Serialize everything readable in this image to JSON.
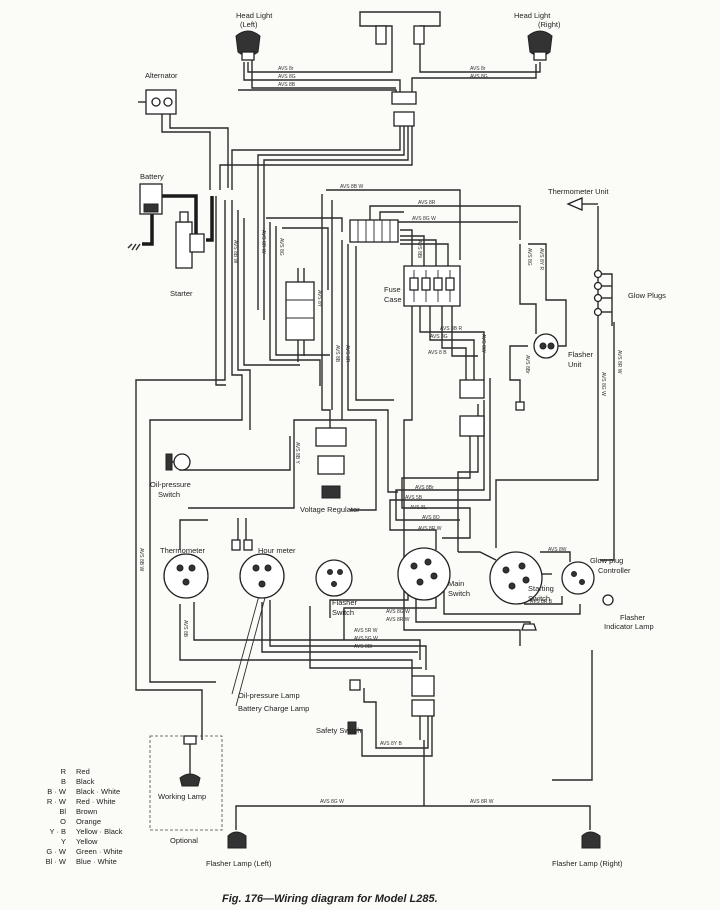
{
  "labels": {
    "head_light_left": [
      "Head Light",
      "(Left)"
    ],
    "head_light_right": [
      "Head Light",
      "(Right)"
    ],
    "alternator": "Alternator",
    "battery": "Battery",
    "starter": "Starter",
    "thermometer_unit": "Thermometer Unit",
    "glow_plugs": "Glow Plugs",
    "fuse_case": [
      "Fuse",
      "Case"
    ],
    "flasher_unit": [
      "Flasher",
      "Unit"
    ],
    "oil_pressure_switch": [
      "Oil-pressure",
      "Switch"
    ],
    "voltage_regulator": "Voltage Regulator",
    "thermometer": "Thermometer",
    "hour_meter": "Hour meter",
    "flasher_switch": [
      "Flasher",
      "Switch"
    ],
    "main_switch": [
      "Main",
      "Switch"
    ],
    "starting_switch": [
      "Starting",
      "Switch"
    ],
    "glow_plug_controller": [
      "Glow plug",
      "Controller"
    ],
    "flasher_indicator_lamp": [
      "Flasher",
      "Indicator Lamp"
    ],
    "oil_pressure_lamp": "Oil-pressure Lamp",
    "battery_charge_lamp": "Battery Charge Lamp",
    "safety_switch": "Safety Switch",
    "working_lamp": "Working Lamp",
    "optional": "Optional",
    "flasher_lamp_left": "Flasher Lamp (Left)",
    "flasher_lamp_right": "Flasher Lamp (Right)"
  },
  "wire_labels": {
    "avs_8r": "AVS 8r",
    "avs_8g": "AVS 8G",
    "avs_8b": "AVS 8B",
    "avs_8b_w": "AVS 8B W",
    "avs_8r_b": "AVS 8R",
    "avs_8g_w": "AVS 8G W",
    "avs_8r_w": "AVS 8R W",
    "avs_8b_r": "AVS 8B R",
    "avs_5b": "AVS 5B",
    "avs_8l": "AVS 8L",
    "avs_8o": "AVS 8O",
    "avs_8g_v": "AVS 8G",
    "avs_8b_v": "AVS 8B",
    "avs_8r_v": "AVS 8R",
    "avs_8br_v": "AVS 8Br",
    "avs_8b_w_v": "AVS 8B W",
    "avs_8r_w_v": "AVS 8R W",
    "avs_8w_v": "AVS 8W",
    "avs_8bl_v": "AVS 8Bl",
    "avs_8b_y_v": "AVS 8B Y",
    "avs_8y_v": "AVS 8Y",
    "avs_5r_w": "AVS 5R W",
    "avs_5g_w": "AVS 5G W",
    "avs_8bl": "AVS 8Bl",
    "avs_8r_b_l": "AVS 8R B",
    "avs_8w": "AVS 8W",
    "avs_8b_c": "AVS 8 B",
    "avs_8g_w_b": "AVS 8G W",
    "avs_8r_w_b": "AVS 8R W",
    "avs_8y_b": "AVS 8Y B",
    "avs_8w_b": "AVS 8W B",
    "avs_8y_r": "AVS 8Y R",
    "avs_8b_l": "AVS 8B"
  },
  "legend": [
    {
      "code": "R",
      "color": "Red"
    },
    {
      "code": "B",
      "color": "Black"
    },
    {
      "code": "B · W",
      "color": "Black · White"
    },
    {
      "code": "R · W",
      "color": "Red · White"
    },
    {
      "code": "Bl",
      "color": "Brown"
    },
    {
      "code": "O",
      "color": "Orange"
    },
    {
      "code": "Y · B",
      "color": "Yellow · Black"
    },
    {
      "code": "Y",
      "color": "Yellow"
    },
    {
      "code": "G · W",
      "color": "Green · White"
    },
    {
      "code": "Bl · W",
      "color": "Blue · White"
    }
  ],
  "caption": "Fig. 176—Wiring diagram for Model L285."
}
